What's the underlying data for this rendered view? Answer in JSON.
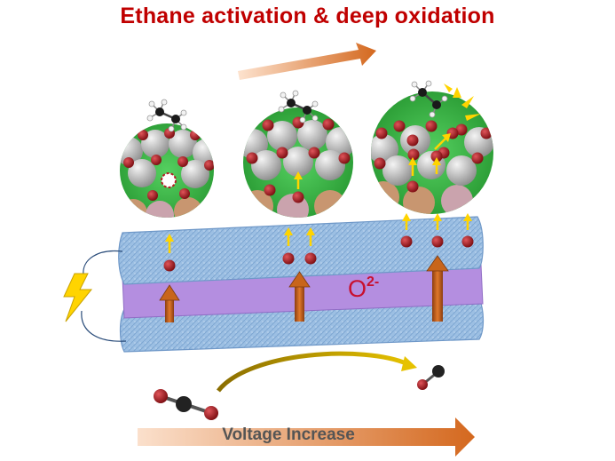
{
  "title": "Ethane activation & deep oxidation",
  "electrolyte_ion": {
    "base": "O",
    "charge": "2-"
  },
  "bottom_arrow_label": "Voltage Increase",
  "colors": {
    "title": "#c00000",
    "electrode": "#9cbfe3",
    "electrolyte": "#b48ee0",
    "oxygen": "#b21e24",
    "metal": "#b4b4b4",
    "support": "#2fa83a",
    "lightning": "#ffd400",
    "ion_arrow": "#c8651b"
  },
  "icons": [
    "lightning-icon",
    "ethane-molecule-icon",
    "co2-molecule-icon",
    "co-molecule-icon",
    "spark-icon"
  ]
}
